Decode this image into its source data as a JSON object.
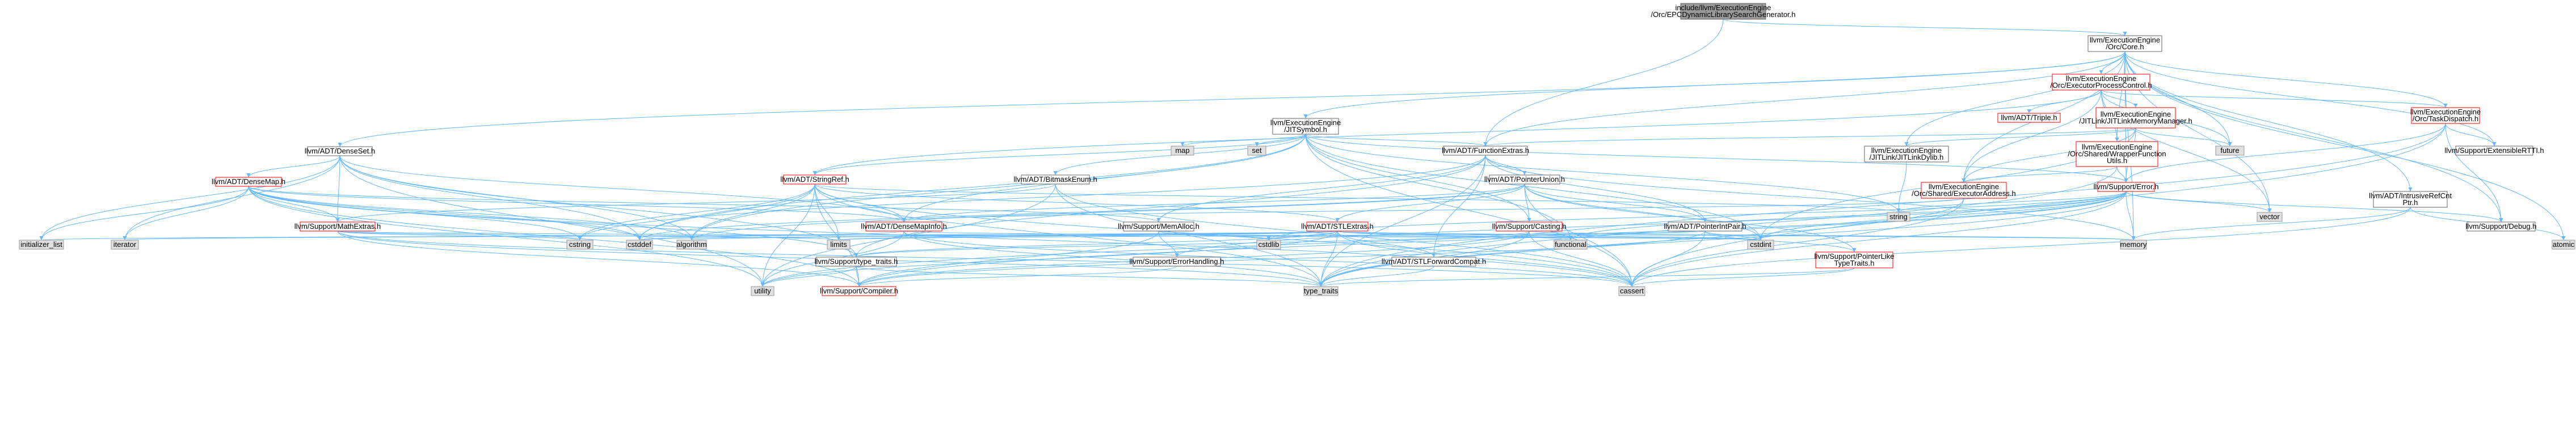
{
  "graph": {
    "colors": {
      "edge": "#63b8ff",
      "root_fill": "#999999",
      "root_border": "#666666",
      "node_fill": "#ffffff",
      "node_border": "#666666",
      "incomplete_border": "#ff0000",
      "system_fill": "#e0e0e0",
      "system_border": "#999999",
      "text": "#000000"
    },
    "nodes": [
      {
        "id": "root",
        "kind": "root",
        "lines": [
          "include/llvm/ExecutionEngine",
          "/Orc/EPCDynamicLibrarySearchGenerator.h"
        ]
      },
      {
        "id": "core",
        "kind": "normal",
        "lines": [
          "llvm/ExecutionEngine",
          "/Orc/Core.h"
        ]
      },
      {
        "id": "functionextras",
        "kind": "normal",
        "lines": [
          "llvm/ADT/FunctionExtras.h"
        ]
      },
      {
        "id": "epc",
        "kind": "incomplete",
        "lines": [
          "llvm/ExecutionEngine",
          "/Orc/ExecutorProcessControl.h"
        ]
      },
      {
        "id": "jitsymbol",
        "kind": "normal",
        "lines": [
          "llvm/ExecutionEngine",
          "/JITSymbol.h"
        ]
      },
      {
        "id": "densesetx",
        "kind": "normal",
        "lines": [
          "llvm/ADT/DenseSet.h"
        ]
      },
      {
        "id": "triple",
        "kind": "incomplete",
        "lines": [
          "llvm/ADT/Triple.h"
        ]
      },
      {
        "id": "jitlinkmm",
        "kind": "incomplete",
        "lines": [
          "llvm/ExecutionEngine",
          "/JITLink/JITLinkMemoryManager.h"
        ]
      },
      {
        "id": "taskdispatch",
        "kind": "incomplete",
        "lines": [
          "llvm/ExecutionEngine",
          "/Orc/TaskDispatch.h"
        ]
      },
      {
        "id": "map",
        "kind": "system",
        "lines": [
          "map"
        ]
      },
      {
        "id": "set",
        "kind": "system",
        "lines": [
          "set"
        ]
      },
      {
        "id": "future",
        "kind": "system",
        "lines": [
          "future"
        ]
      },
      {
        "id": "jitlinkdylib",
        "kind": "normal",
        "lines": [
          "llvm/ExecutionEngine",
          "/JITLink/JITLinkDylib.h"
        ]
      },
      {
        "id": "wrapperfn",
        "kind": "incomplete",
        "lines": [
          "llvm/ExecutionEngine",
          "/Orc/Shared/WrapperFunction",
          "Utils.h"
        ]
      },
      {
        "id": "extensiblertti",
        "kind": "normal",
        "lines": [
          "llvm/Support/ExtensibleRTTI.h"
        ]
      },
      {
        "id": "stringref",
        "kind": "incomplete",
        "lines": [
          "llvm/ADT/StringRef.h"
        ]
      },
      {
        "id": "bitmaskenum",
        "kind": "normal",
        "lines": [
          "llvm/ADT/BitmaskEnum.h"
        ]
      },
      {
        "id": "pointerunion",
        "kind": "normal",
        "lines": [
          "llvm/ADT/PointerUnion.h"
        ]
      },
      {
        "id": "executoraddr",
        "kind": "incomplete",
        "lines": [
          "llvm/ExecutionEngine",
          "/Orc/Shared/ExecutorAddress.h"
        ]
      },
      {
        "id": "supporterror",
        "kind": "incomplete",
        "lines": [
          "llvm/Support/Error.h"
        ]
      },
      {
        "id": "densemap",
        "kind": "incomplete",
        "lines": [
          "llvm/ADT/DenseMap.h"
        ]
      },
      {
        "id": "intrusiverefcnt",
        "kind": "normal",
        "lines": [
          "llvm/ADT/IntrusiveRefCnt",
          "Ptr.h"
        ]
      },
      {
        "id": "string",
        "kind": "system",
        "lines": [
          "string"
        ]
      },
      {
        "id": "vector",
        "kind": "system",
        "lines": [
          "vector"
        ]
      },
      {
        "id": "mathextras",
        "kind": "incomplete",
        "lines": [
          "llvm/Support/MathExtras.h"
        ]
      },
      {
        "id": "densemapinfo",
        "kind": "incomplete",
        "lines": [
          "llvm/ADT/DenseMapInfo.h"
        ]
      },
      {
        "id": "memalloc",
        "kind": "normal",
        "lines": [
          "llvm/Support/MemAlloc.h"
        ]
      },
      {
        "id": "stlextras",
        "kind": "incomplete",
        "lines": [
          "llvm/ADT/STLExtras.h"
        ]
      },
      {
        "id": "casting",
        "kind": "incomplete",
        "lines": [
          "llvm/Support/Casting.h"
        ]
      },
      {
        "id": "pointerintpair",
        "kind": "normal",
        "lines": [
          "llvm/ADT/PointerIntPair.h"
        ]
      },
      {
        "id": "debug",
        "kind": "normal",
        "lines": [
          "llvm/Support/Debug.h"
        ]
      },
      {
        "id": "initlist",
        "kind": "system",
        "lines": [
          "initializer_list"
        ]
      },
      {
        "id": "iterator",
        "kind": "system",
        "lines": [
          "iterator"
        ]
      },
      {
        "id": "cstring",
        "kind": "system",
        "lines": [
          "cstring"
        ]
      },
      {
        "id": "cstddef",
        "kind": "system",
        "lines": [
          "cstddef"
        ]
      },
      {
        "id": "algorithm",
        "kind": "system",
        "lines": [
          "algorithm"
        ]
      },
      {
        "id": "limits",
        "kind": "system",
        "lines": [
          "limits"
        ]
      },
      {
        "id": "typetraits",
        "kind": "normal",
        "lines": [
          "llvm/Support/type_traits.h"
        ]
      },
      {
        "id": "cstdlib",
        "kind": "system",
        "lines": [
          "cstdlib"
        ]
      },
      {
        "id": "errorhandling",
        "kind": "normal",
        "lines": [
          "llvm/Support/ErrorHandling.h"
        ]
      },
      {
        "id": "stlfwdcompat",
        "kind": "normal",
        "lines": [
          "llvm/ADT/STLForwardCompat.h"
        ]
      },
      {
        "id": "functional",
        "kind": "system",
        "lines": [
          "functional"
        ]
      },
      {
        "id": "cstdint",
        "kind": "system",
        "lines": [
          "cstdint"
        ]
      },
      {
        "id": "pointerliketypetraits",
        "kind": "incomplete",
        "lines": [
          "llvm/Support/PointerLike",
          "TypeTraits.h"
        ]
      },
      {
        "id": "memory",
        "kind": "system",
        "lines": [
          "memory"
        ]
      },
      {
        "id": "atomic",
        "kind": "system",
        "lines": [
          "atomic"
        ]
      },
      {
        "id": "utility",
        "kind": "system",
        "lines": [
          "utility"
        ]
      },
      {
        "id": "compiler",
        "kind": "incomplete",
        "lines": [
          "llvm/Support/Compiler.h"
        ]
      },
      {
        "id": "type_traits",
        "kind": "system",
        "lines": [
          "type_traits"
        ]
      },
      {
        "id": "cassert",
        "kind": "system",
        "lines": [
          "cassert"
        ]
      }
    ],
    "edges": [
      [
        "root",
        "core"
      ],
      [
        "root",
        "functionextras"
      ],
      [
        "core",
        "functionextras"
      ],
      [
        "core",
        "epc"
      ],
      [
        "core",
        "jitsymbol"
      ],
      [
        "core",
        "densesetx"
      ],
      [
        "core",
        "jitlinkdylib"
      ],
      [
        "core",
        "wrapperfn"
      ],
      [
        "core",
        "taskdispatch"
      ],
      [
        "core",
        "extensiblertti"
      ],
      [
        "core",
        "future"
      ],
      [
        "core",
        "vector"
      ],
      [
        "core",
        "memory"
      ],
      [
        "core",
        "atomic"
      ],
      [
        "core",
        "debug"
      ],
      [
        "core",
        "intrusiverefcnt"
      ],
      [
        "core",
        "executoraddr"
      ],
      [
        "core",
        "supporterror"
      ],
      [
        "epc",
        "triple"
      ],
      [
        "epc",
        "jitlinkmm"
      ],
      [
        "epc",
        "taskdispatch"
      ],
      [
        "epc",
        "future"
      ],
      [
        "epc",
        "vector"
      ],
      [
        "epc",
        "stringref"
      ],
      [
        "epc",
        "wrapperfn"
      ],
      [
        "epc",
        "executoraddr"
      ],
      [
        "jitlinkmm",
        "jitlinkdylib"
      ],
      [
        "jitlinkmm",
        "supporterror"
      ],
      [
        "jitlinkmm",
        "executoraddr"
      ],
      [
        "jitlinkmm",
        "functionextras"
      ],
      [
        "jitlinkmm",
        "future"
      ],
      [
        "jitlinkmm",
        "cstdint"
      ],
      [
        "taskdispatch",
        "extensiblertti"
      ],
      [
        "taskdispatch",
        "supporterror"
      ],
      [
        "taskdispatch",
        "debug"
      ],
      [
        "taskdispatch",
        "type_traits"
      ],
      [
        "taskdispatch",
        "cassert"
      ],
      [
        "jitsymbol",
        "map"
      ],
      [
        "jitsymbol",
        "set"
      ],
      [
        "jitsymbol",
        "string"
      ],
      [
        "jitsymbol",
        "functionextras"
      ],
      [
        "jitsymbol",
        "bitmaskenum"
      ],
      [
        "jitsymbol",
        "stringref"
      ],
      [
        "jitsymbol",
        "supporterror"
      ],
      [
        "jitsymbol",
        "cstddef"
      ],
      [
        "jitsymbol",
        "cstdint"
      ],
      [
        "jitsymbol",
        "algorithm"
      ],
      [
        "jitsymbol",
        "functional"
      ],
      [
        "jitsymbol",
        "casting"
      ],
      [
        "jitsymbol",
        "cassert"
      ],
      [
        "jitsymbol",
        "densemapinfo"
      ],
      [
        "densesetx",
        "densemap"
      ],
      [
        "densesetx",
        "densemapinfo"
      ],
      [
        "densesetx",
        "mathextras"
      ],
      [
        "densesetx",
        "typetraits"
      ],
      [
        "densesetx",
        "algorithm"
      ],
      [
        "densesetx",
        "cstddef"
      ],
      [
        "densesetx",
        "initlist"
      ],
      [
        "densesetx",
        "iterator"
      ],
      [
        "densesetx",
        "utility"
      ],
      [
        "functionextras",
        "pointerintpair"
      ],
      [
        "functionextras",
        "pointerunion"
      ],
      [
        "functionextras",
        "stlfwdcompat"
      ],
      [
        "functionextras",
        "memalloc"
      ],
      [
        "functionextras",
        "typetraits"
      ],
      [
        "functionextras",
        "cstring"
      ],
      [
        "functionextras",
        "memory"
      ],
      [
        "functionextras",
        "type_traits"
      ],
      [
        "jitlinkdylib",
        "string"
      ],
      [
        "wrapperfn",
        "executoraddr"
      ],
      [
        "wrapperfn",
        "supporterror"
      ],
      [
        "wrapperfn",
        "type_traits"
      ],
      [
        "stringref",
        "densemapinfo"
      ],
      [
        "stringref",
        "stlextras"
      ],
      [
        "stringref",
        "compiler"
      ],
      [
        "stringref",
        "algorithm"
      ],
      [
        "stringref",
        "cassert"
      ],
      [
        "stringref",
        "cstddef"
      ],
      [
        "stringref",
        "cstring"
      ],
      [
        "stringref",
        "limits"
      ],
      [
        "stringref",
        "string"
      ],
      [
        "stringref",
        "type_traits"
      ],
      [
        "stringref",
        "utility"
      ],
      [
        "bitmaskenum",
        "mathextras"
      ],
      [
        "bitmaskenum",
        "cassert"
      ],
      [
        "bitmaskenum",
        "type_traits"
      ],
      [
        "bitmaskenum",
        "utility"
      ],
      [
        "pointerunion",
        "densemapinfo"
      ],
      [
        "pointerunion",
        "pointerintpair"
      ],
      [
        "pointerunion",
        "stlextras"
      ],
      [
        "pointerunion",
        "casting"
      ],
      [
        "pointerunion",
        "pointerliketypetraits"
      ],
      [
        "pointerunion",
        "algorithm"
      ],
      [
        "pointerunion",
        "cassert"
      ],
      [
        "pointerunion",
        "cstddef"
      ],
      [
        "pointerunion",
        "cstdint"
      ],
      [
        "executoraddr",
        "densemapinfo"
      ],
      [
        "executoraddr",
        "cassert"
      ],
      [
        "executoraddr",
        "type_traits"
      ],
      [
        "supporterror",
        "string"
      ],
      [
        "supporterror",
        "vector"
      ],
      [
        "supporterror",
        "memory"
      ],
      [
        "supporterror",
        "functional"
      ],
      [
        "supporterror",
        "cassert"
      ],
      [
        "supporterror",
        "cstdint"
      ],
      [
        "supporterror",
        "cstdlib"
      ],
      [
        "supporterror",
        "type_traits"
      ],
      [
        "supporterror",
        "utility"
      ],
      [
        "supporterror",
        "compiler"
      ],
      [
        "supporterror",
        "debug"
      ],
      [
        "supporterror",
        "errorhandling"
      ],
      [
        "densemap",
        "densemapinfo"
      ],
      [
        "densemap",
        "mathextras"
      ],
      [
        "densemap",
        "memalloc"
      ],
      [
        "densemap",
        "typetraits"
      ],
      [
        "densemap",
        "compiler"
      ],
      [
        "densemap",
        "algorithm"
      ],
      [
        "densemap",
        "cassert"
      ],
      [
        "densemap",
        "cstddef"
      ],
      [
        "densemap",
        "cstring"
      ],
      [
        "densemap",
        "initlist"
      ],
      [
        "densemap",
        "iterator"
      ],
      [
        "densemap",
        "new"
      ],
      [
        "densemap",
        "utility"
      ],
      [
        "intrusiverefcnt",
        "atomic"
      ],
      [
        "intrusiverefcnt",
        "cassert"
      ],
      [
        "intrusiverefcnt",
        "memory"
      ],
      [
        "mathextras",
        "compiler"
      ],
      [
        "mathextras",
        "cassert"
      ],
      [
        "mathextras",
        "climits"
      ],
      [
        "mathextras",
        "cstdint"
      ],
      [
        "mathextras",
        "cstring"
      ],
      [
        "mathextras",
        "limits"
      ],
      [
        "mathextras",
        "type_traits"
      ],
      [
        "densemapinfo",
        "cassert"
      ],
      [
        "densemapinfo",
        "cstddef"
      ],
      [
        "densemapinfo",
        "cstdint"
      ],
      [
        "densemapinfo",
        "tuple"
      ],
      [
        "densemapinfo",
        "type_traits"
      ],
      [
        "densemapinfo",
        "utility"
      ],
      [
        "memalloc",
        "compiler"
      ],
      [
        "memalloc",
        "errorhandling"
      ],
      [
        "memalloc",
        "cstdlib"
      ],
      [
        "stlextras",
        "stlfwdcompat"
      ],
      [
        "stlextras",
        "typetraits"
      ],
      [
        "stlextras",
        "algorithm"
      ],
      [
        "stlextras",
        "cassert"
      ],
      [
        "stlextras",
        "cstddef"
      ],
      [
        "stlextras",
        "cstdint"
      ],
      [
        "stlextras",
        "cstdlib"
      ],
      [
        "stlextras",
        "functional"
      ],
      [
        "stlextras",
        "initlist"
      ],
      [
        "stlextras",
        "iterator"
      ],
      [
        "stlextras",
        "limits"
      ],
      [
        "stlextras",
        "memory"
      ],
      [
        "stlextras",
        "type_traits"
      ],
      [
        "stlextras",
        "utility"
      ],
      [
        "casting",
        "typetraits"
      ],
      [
        "casting",
        "compiler"
      ],
      [
        "casting",
        "cassert"
      ],
      [
        "casting",
        "memory"
      ],
      [
        "casting",
        "type_traits"
      ],
      [
        "pointerintpair",
        "pointerliketypetraits"
      ],
      [
        "pointerintpair",
        "compiler"
      ],
      [
        "pointerintpair",
        "cassert"
      ],
      [
        "pointerintpair",
        "cstdint"
      ],
      [
        "pointerintpair",
        "limits"
      ],
      [
        "typetraits",
        "compiler"
      ],
      [
        "typetraits",
        "type_traits"
      ],
      [
        "typetraits",
        "utility"
      ],
      [
        "errorhandling",
        "compiler"
      ],
      [
        "stlfwdcompat",
        "type_traits"
      ],
      [
        "pointerliketypetraits",
        "cassert"
      ],
      [
        "pointerliketypetraits",
        "type_traits"
      ]
    ]
  }
}
